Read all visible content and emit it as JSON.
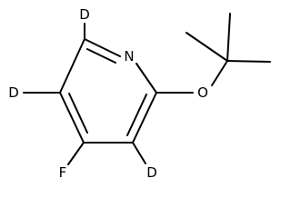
{
  "molecule": {
    "atoms": {
      "nitrogen": "N",
      "oxygen": "O",
      "fluorine": "F",
      "deuterium_top": "D",
      "deuterium_left": "D",
      "deuterium_bottom": "D"
    }
  }
}
